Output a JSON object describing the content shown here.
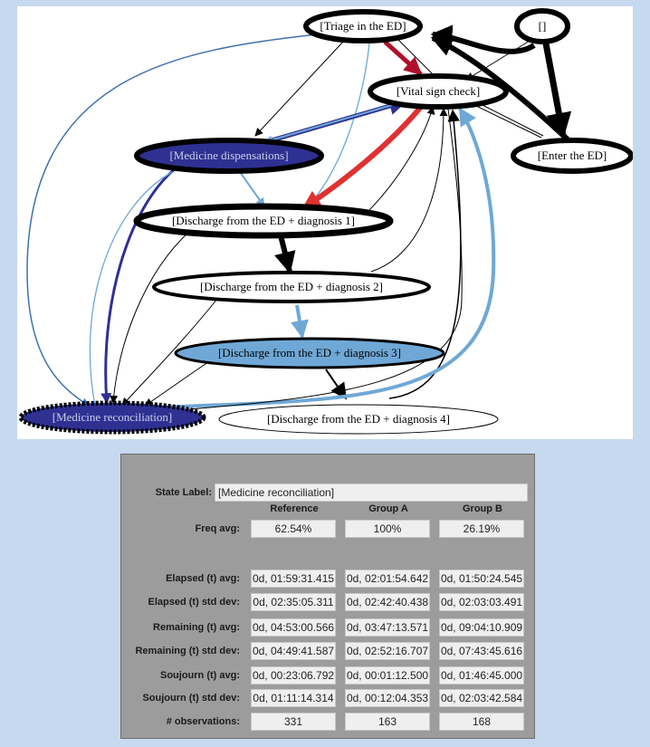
{
  "graph": {
    "nodes": {
      "triage": "[Triage in the ED]",
      "empty": "[]",
      "vital": "[Vital sign check]",
      "enter": "[Enter the ED]",
      "medisp": "[Medicine dispensations]",
      "dis1": "[Discharge from the ED + diagnosis 1]",
      "dis2": "[Discharge from the ED + diagnosis 2]",
      "dis3": "[Discharge from the ED + diagnosis 3]",
      "medrec": "[Medicine reconciliation]",
      "dis4": "[Discharge from the ED + diagnosis 4]"
    },
    "colors": {
      "black": "#000000",
      "red": "#e03131",
      "darkred": "#b0102a",
      "navy": "#2e3192",
      "lightblue": "#6fa8d6",
      "steelblue": "#3f72b0",
      "node_navy": "#2e3192",
      "node_lightblue": "#6fa8d6"
    }
  },
  "stats": {
    "state_label_caption": "State Label:",
    "state_label_value": "[Medicine reconciliation]",
    "columns": [
      "Reference",
      "Group A",
      "Group B"
    ],
    "rows": [
      {
        "label": "Freq avg:",
        "values": [
          "62.54%",
          "100%",
          "26.19%"
        ]
      },
      {
        "label": "Elapsed (t) avg:",
        "values": [
          "0d, 01:59:31.415",
          "0d, 02:01:54.642",
          "0d, 01:50:24.545"
        ]
      },
      {
        "label": "Elapsed (t) std dev:",
        "values": [
          "0d, 02:35:05.311",
          "0d, 02:42:40.438",
          "0d, 02:03:03.491"
        ]
      },
      {
        "label": "Remaining (t) avg:",
        "values": [
          "0d, 04:53:00.566",
          "0d, 03:47:13.571",
          "0d, 09:04:10.909"
        ]
      },
      {
        "label": "Remaining (t) std dev:",
        "values": [
          "0d, 04:49:41.587",
          "0d, 02:52:16.707",
          "0d, 07:43:45.616"
        ]
      },
      {
        "label": "Soujourn (t) avg:",
        "values": [
          "0d, 00:23:06.792",
          "0d, 00:01:12.500",
          "0d, 01:46:45.000"
        ]
      },
      {
        "label": "Soujourn (t) std dev:",
        "values": [
          "0d, 01:11:14.314",
          "0d, 00:12:04.353",
          "0d, 02:03:42.584"
        ]
      },
      {
        "label": "# observations:",
        "values": [
          "331",
          "163",
          "168"
        ]
      }
    ]
  }
}
